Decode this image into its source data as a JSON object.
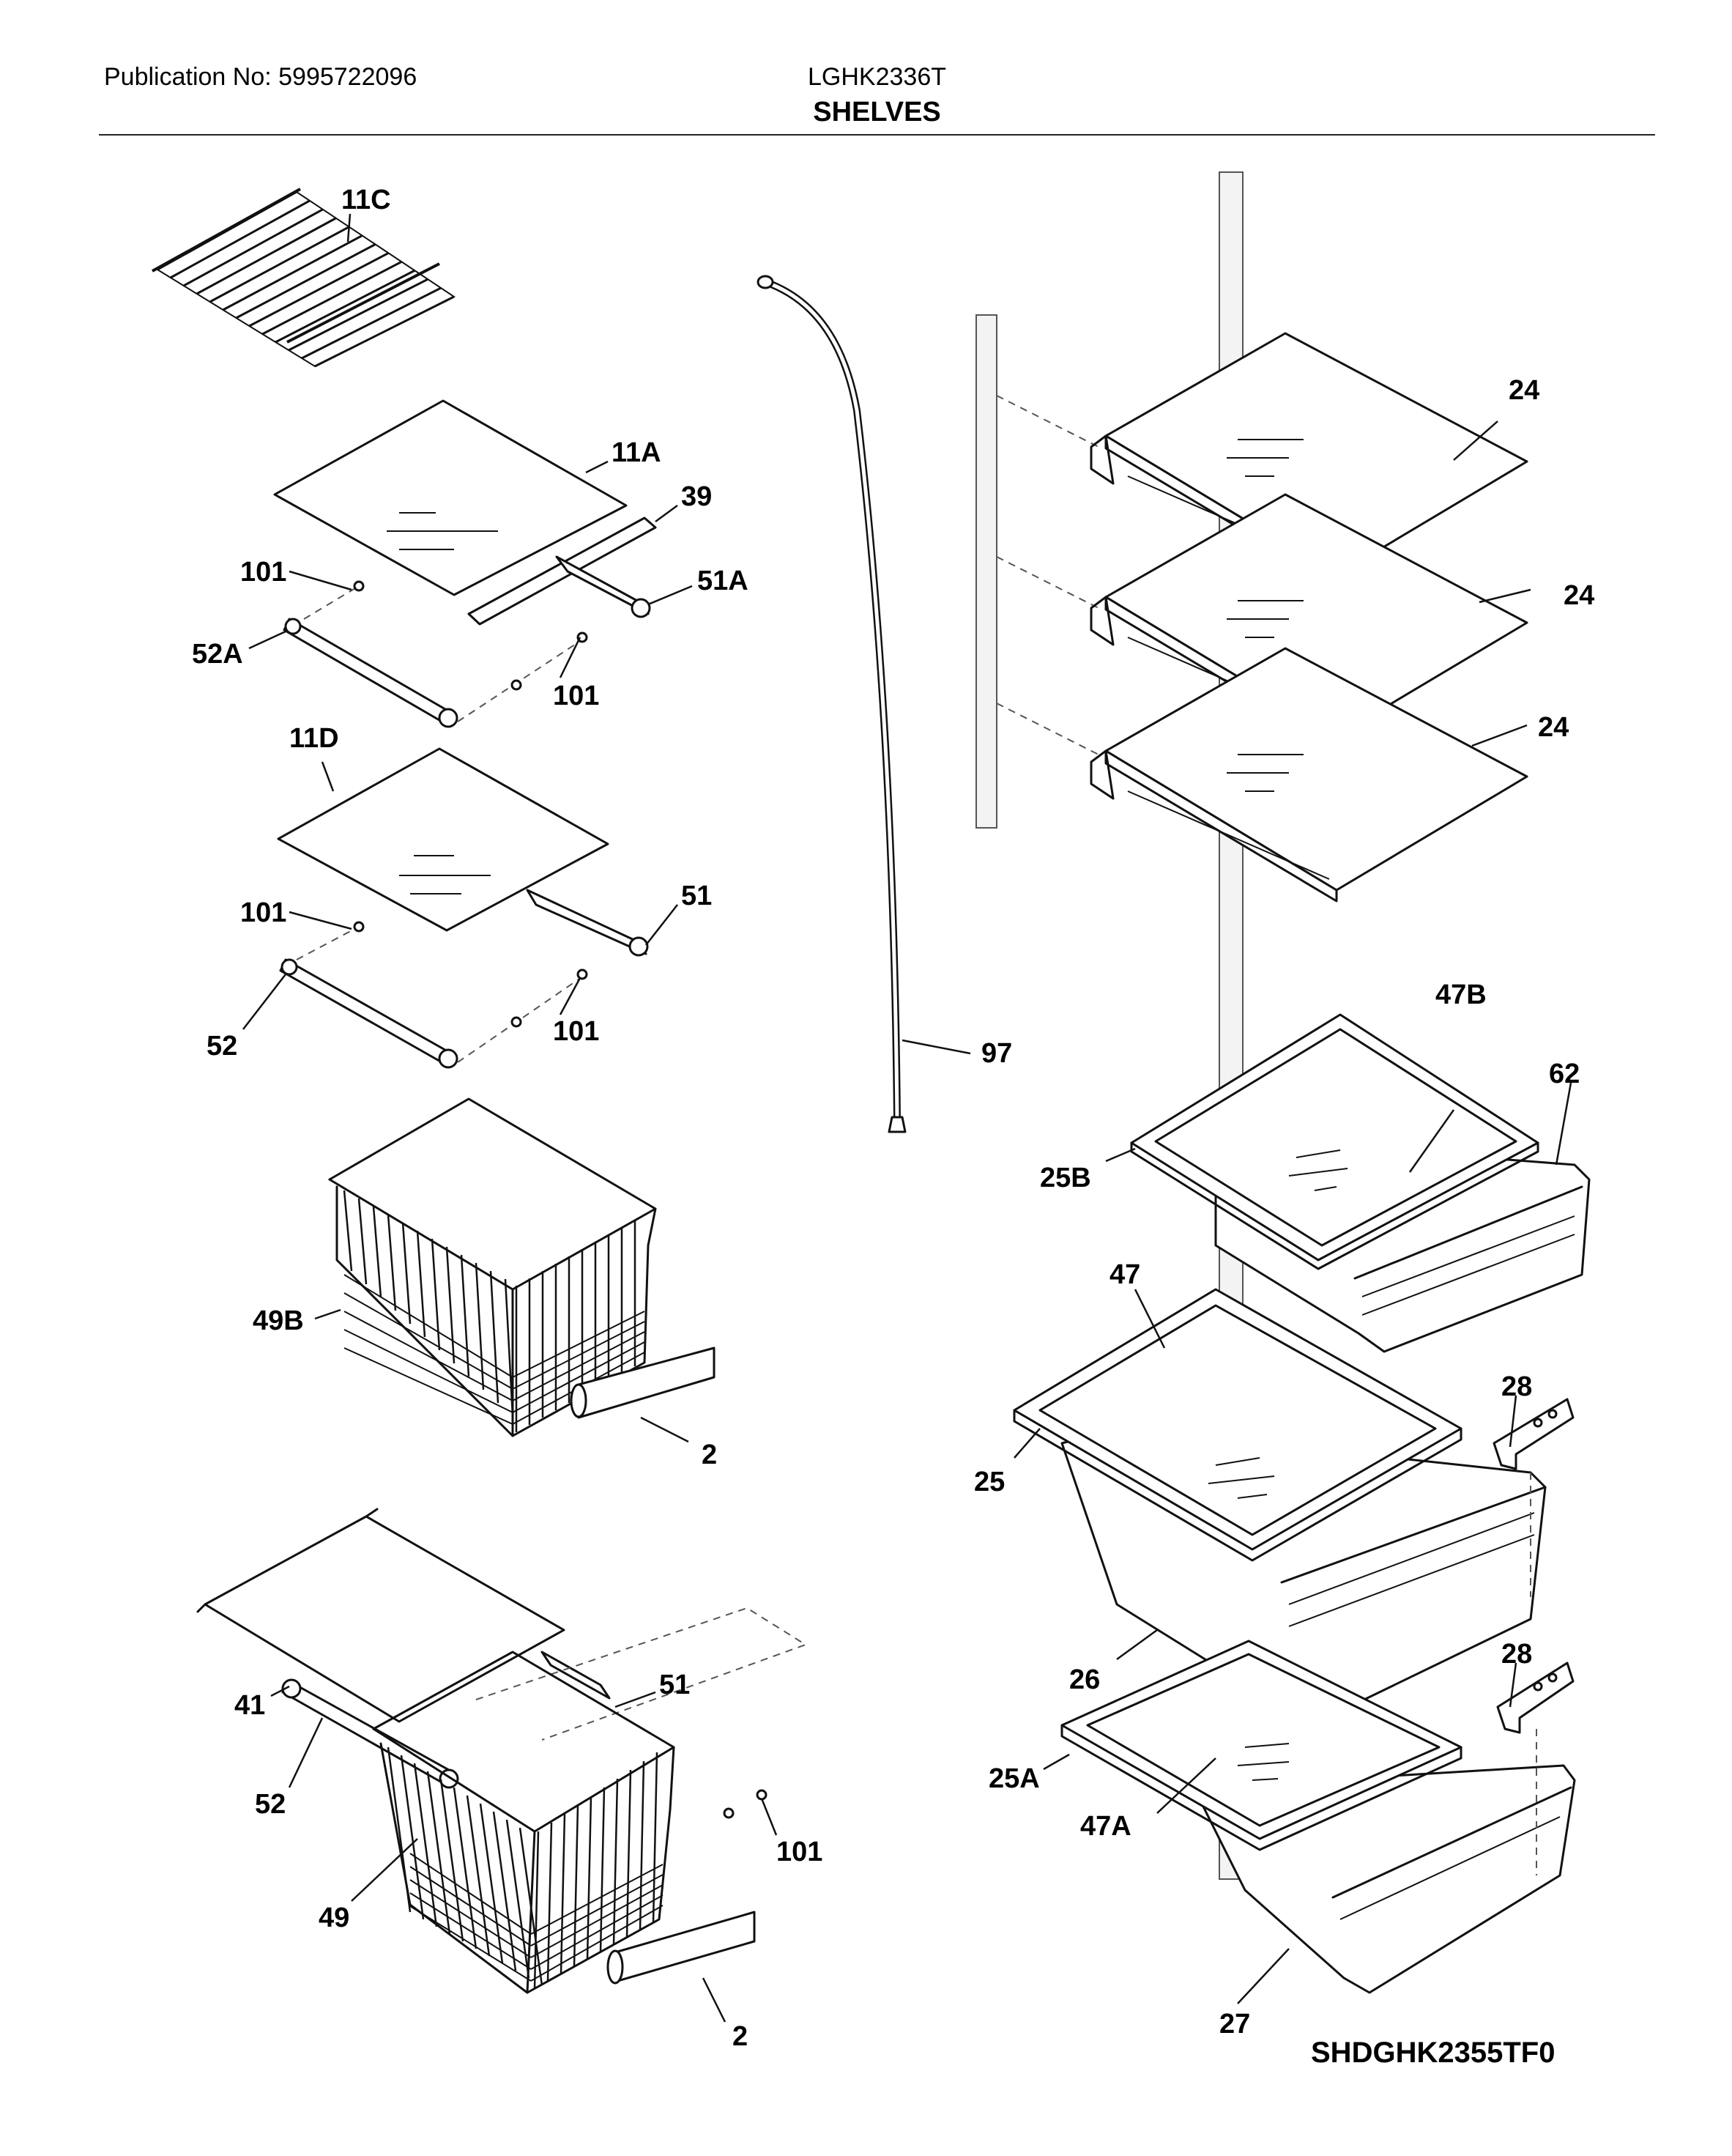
{
  "header": {
    "publication": "Publication No: 5995722096",
    "model": "LGHK2336T",
    "section": "SHELVES"
  },
  "diagram_code": "SHDGHK2355TF0",
  "callouts": {
    "c11C": "11C",
    "c11A": "11A",
    "c39": "39",
    "c101a": "101",
    "c51A": "51A",
    "c52A": "52A",
    "c101b": "101",
    "c11D": "11D",
    "c101c": "101",
    "c51a": "51",
    "c52a": "52",
    "c101d": "101",
    "c49B": "49B",
    "c2a": "2",
    "c41": "41",
    "c51b": "51",
    "c52b": "52",
    "c101e": "101",
    "c49": "49",
    "c2b": "2",
    "c97": "97",
    "c24a": "24",
    "c24b": "24",
    "c24c": "24",
    "c47B": "47B",
    "c62": "62",
    "c25B": "25B",
    "c47": "47",
    "c28a": "28",
    "c25": "25",
    "c26": "26",
    "c28b": "28",
    "c25A": "25A",
    "c47A": "47A",
    "c27": "27"
  }
}
